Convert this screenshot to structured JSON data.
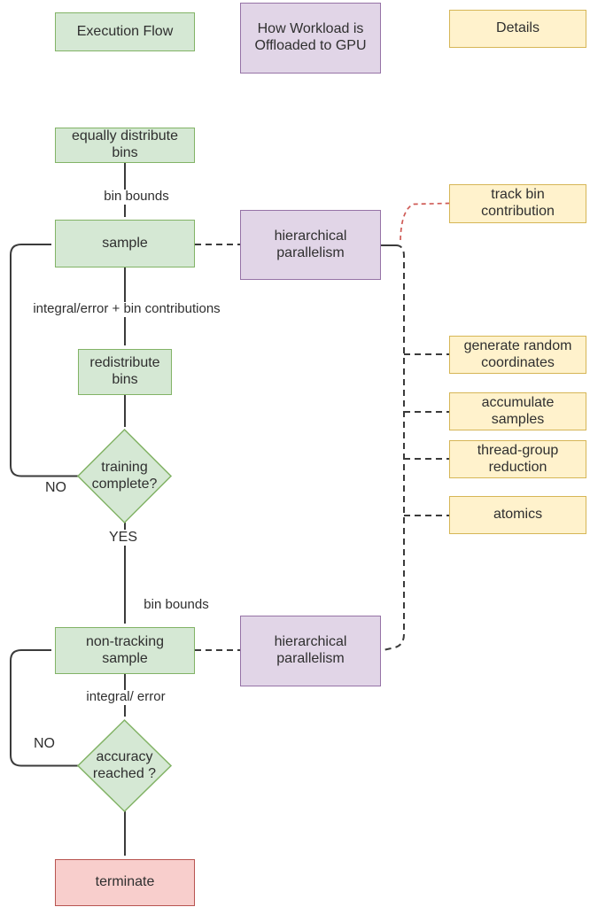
{
  "colors": {
    "green_fill": "#d5e8d4",
    "green_stroke": "#82b366",
    "purple_fill": "#e1d5e7",
    "purple_stroke": "#9673a6",
    "yellow_fill": "#fff2cc",
    "yellow_stroke": "#d6b656",
    "red_fill": "#f8cecc",
    "red_stroke": "#b85450",
    "line": "#3b3b3b",
    "red_line": "#cf5b56",
    "text": "#2f2f2f"
  },
  "headers": {
    "execution_flow": "Execution Flow",
    "gpu_offload": "How Workload is\nOffloaded to GPU",
    "details": "Details"
  },
  "nodes": {
    "equally_distribute": "equally distribute\nbins",
    "sample": "sample",
    "redistribute": "redistribute\nbins",
    "training_complete": "training\ncomplete?",
    "non_tracking_sample": "non-tracking\nsample",
    "accuracy_reached": "accuracy\nreached ?",
    "terminate": "terminate"
  },
  "gpu": {
    "hierarchical_1": "hierarchical\nparallelism",
    "hierarchical_2": "hierarchical\nparallelism"
  },
  "details_boxes": {
    "track_bin": "track bin\ncontribution",
    "generate_random": "generate random\ncoordinates",
    "accumulate": "accumulate\nsamples",
    "thread_group": "thread-group\nreduction",
    "atomics": "atomics"
  },
  "edge_labels": {
    "bin_bounds_1": "bin bounds",
    "integral_error_contrib": "integral/error + bin contributions",
    "no_1": "NO",
    "yes": "YES",
    "bin_bounds_2": "bin bounds",
    "integral_error": "integral/ error",
    "no_2": "NO"
  }
}
